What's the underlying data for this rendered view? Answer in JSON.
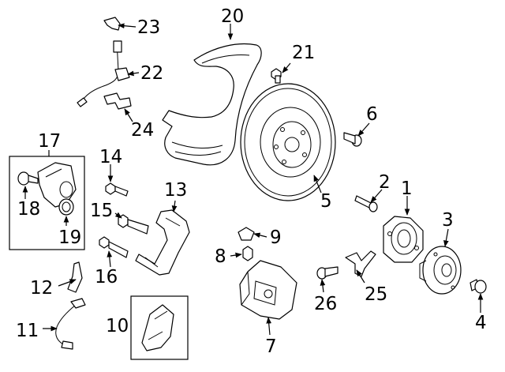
{
  "callouts": {
    "c1": "1",
    "c2": "2",
    "c3": "3",
    "c4": "4",
    "c5": "5",
    "c6": "6",
    "c7": "7",
    "c8": "8",
    "c9": "9",
    "c10": "10",
    "c11": "11",
    "c12": "12",
    "c13": "13",
    "c14": "14",
    "c15": "15",
    "c16": "16",
    "c17": "17",
    "c18": "18",
    "c19": "19",
    "c20": "20",
    "c21": "21",
    "c22": "22",
    "c23": "23",
    "c24": "24",
    "c25": "25",
    "c26": "26"
  },
  "colors": {
    "line": "#000000",
    "background": "#ffffff"
  }
}
